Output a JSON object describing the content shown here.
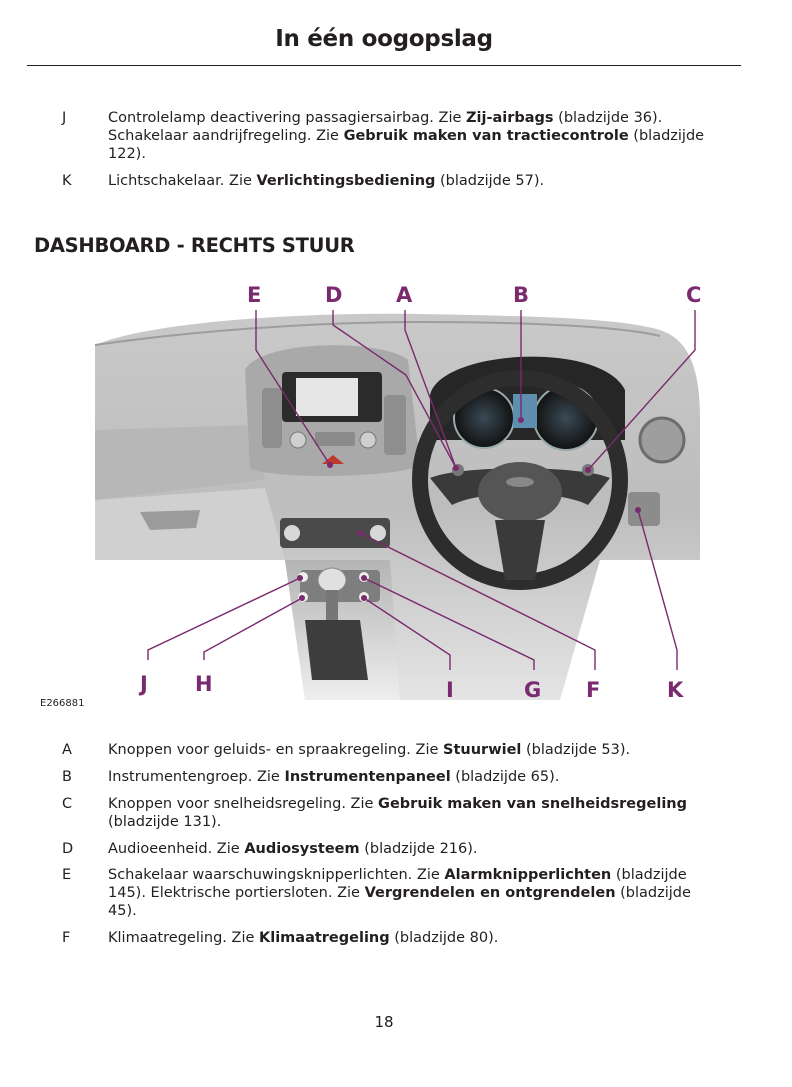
{
  "header": {
    "title": "In één oogopslag"
  },
  "top_items": [
    {
      "letter": "J",
      "lines": [
        [
          "Controlelamp deactivering passagiersairbag.  Zie ",
          {
            "b": "Zij-airbags"
          },
          " (bladzijde 36)."
        ],
        [
          "Schakelaar aandrijfregeling. Zie ",
          {
            "b": "Gebruik maken van tractiecontrole"
          },
          " (bladzijde"
        ],
        [
          "122)."
        ]
      ]
    },
    {
      "letter": "K",
      "lines": [
        [
          "Lichtschakelaar. Zie ",
          {
            "b": "Verlichtingsbediening"
          },
          " (bladzijde 57)."
        ]
      ]
    }
  ],
  "section": {
    "title": "DASHBOARD - RECHTS STUUR"
  },
  "figure": {
    "code": "E266881",
    "top_callouts": [
      "E",
      "D",
      "A",
      "B",
      "C"
    ],
    "bottom_callouts": [
      "J",
      "H",
      "I",
      "G",
      "F",
      "K"
    ],
    "callout_color": "#7a2a6e"
  },
  "bottom_items": [
    {
      "letter": "A",
      "lines": [
        [
          "Knoppen voor geluids- en spraakregeling. Zie ",
          {
            "b": "Stuurwiel"
          },
          " (bladzijde 53)."
        ]
      ]
    },
    {
      "letter": "B",
      "lines": [
        [
          "Instrumentengroep. Zie ",
          {
            "b": "Instrumentenpaneel"
          },
          " (bladzijde 65)."
        ]
      ]
    },
    {
      "letter": "C",
      "lines": [
        [
          "Knoppen voor snelheidsregeling. Zie ",
          {
            "b": "Gebruik maken van snelheidsregeling"
          }
        ],
        [
          "(bladzijde 131)."
        ]
      ]
    },
    {
      "letter": "D",
      "lines": [
        [
          "Audioeenheid. Zie ",
          {
            "b": "Audiosysteem"
          },
          " (bladzijde 216)."
        ]
      ]
    },
    {
      "letter": "E",
      "lines": [
        [
          "Schakelaar waarschuwingsknipperlichten. Zie ",
          {
            "b": "Alarmknipperlichten"
          },
          " (bladzijde"
        ],
        [
          "145). Elektrische portiersloten. Zie ",
          {
            "b": "Vergrendelen en ontgrendelen"
          },
          " (bladzijde"
        ],
        [
          "45)."
        ]
      ]
    },
    {
      "letter": "F",
      "lines": [
        [
          "Klimaatregeling. Zie ",
          {
            "b": "Klimaatregeling"
          },
          " (bladzijde 80)."
        ]
      ]
    }
  ],
  "footer": {
    "page_number": "18"
  }
}
